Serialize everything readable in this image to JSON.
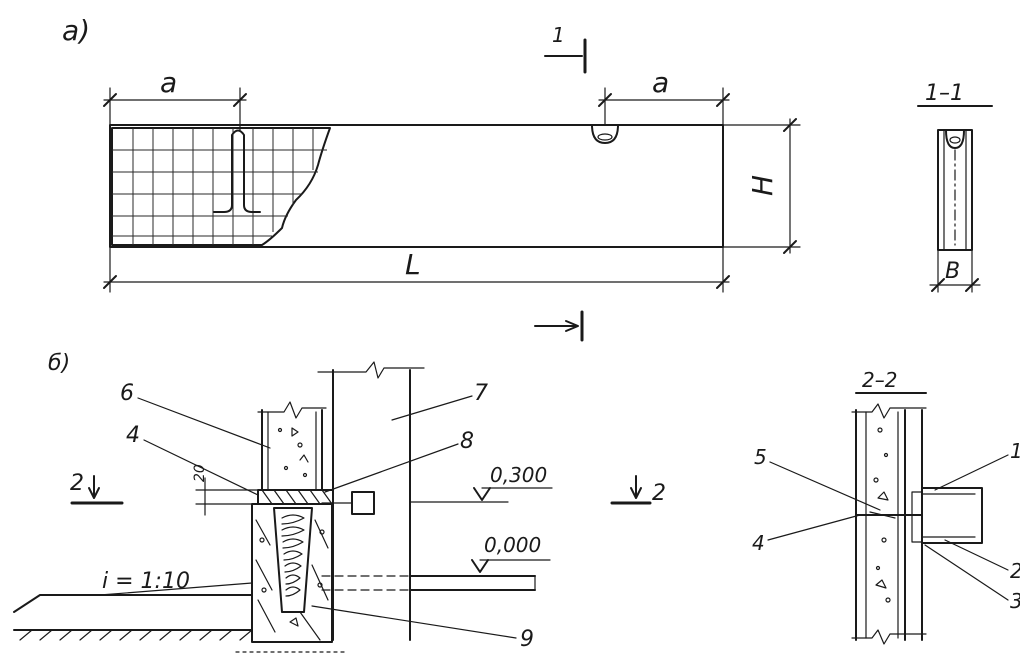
{
  "labels": {
    "panel_a": "а)",
    "panel_b": "б)",
    "dim_a_left": "a",
    "dim_a_right": "a",
    "dim_L": "L",
    "dim_H": "H",
    "dim_B": "B",
    "section_1_1": "1–1",
    "section_mark_1": "1",
    "section_2_2": "2–2",
    "section_mark_2_left": "2",
    "section_mark_2_right": "2",
    "slope": "i = 1:10",
    "dim_20": "20",
    "level_0300": "0,300",
    "level_0000": "0,000",
    "callouts": [
      "1",
      "2",
      "3",
      "4",
      "4",
      "5",
      "6",
      "7",
      "8",
      "9"
    ]
  }
}
